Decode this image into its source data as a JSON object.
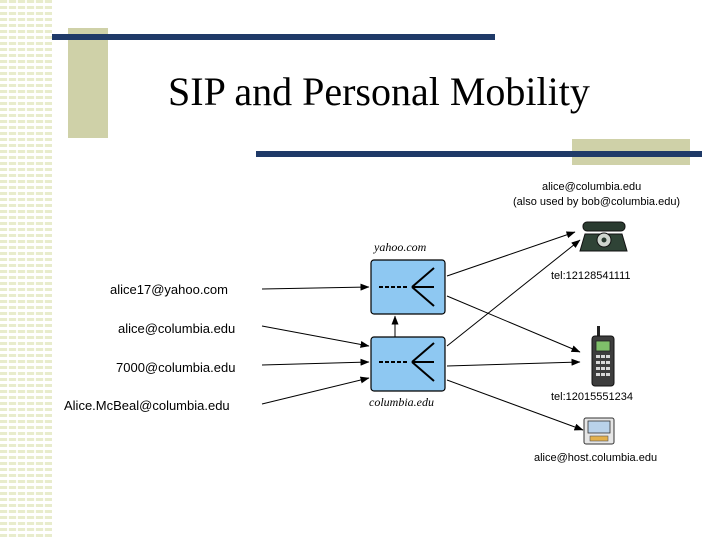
{
  "slide": {
    "title": "SIP and Personal Mobility"
  },
  "diagram": {
    "proxies": [
      {
        "domain": "yahoo.com"
      },
      {
        "domain": "columbia.edu"
      }
    ],
    "addresses": [
      "alice17@yahoo.com",
      "alice@columbia.edu",
      "7000@columbia.edu",
      "Alice.McBeal@columbia.edu"
    ],
    "devices": {
      "desk_phone_label": "alice@columbia.edu",
      "desk_phone_note": "(also used by bob@columbia.edu)",
      "desk_phone_tel": "tel:12128541111",
      "mobile_tel": "tel:12015551234",
      "pda_label": "alice@host.columbia.edu"
    }
  },
  "colors": {
    "deco_bar": "#1f3a68",
    "deco_block": "#cfd1a8",
    "proxy_fill": "#8ec8f2"
  },
  "icons": [
    "desk-phone-icon",
    "mobile-phone-icon",
    "pda-icon",
    "proxy-fork-icon"
  ]
}
